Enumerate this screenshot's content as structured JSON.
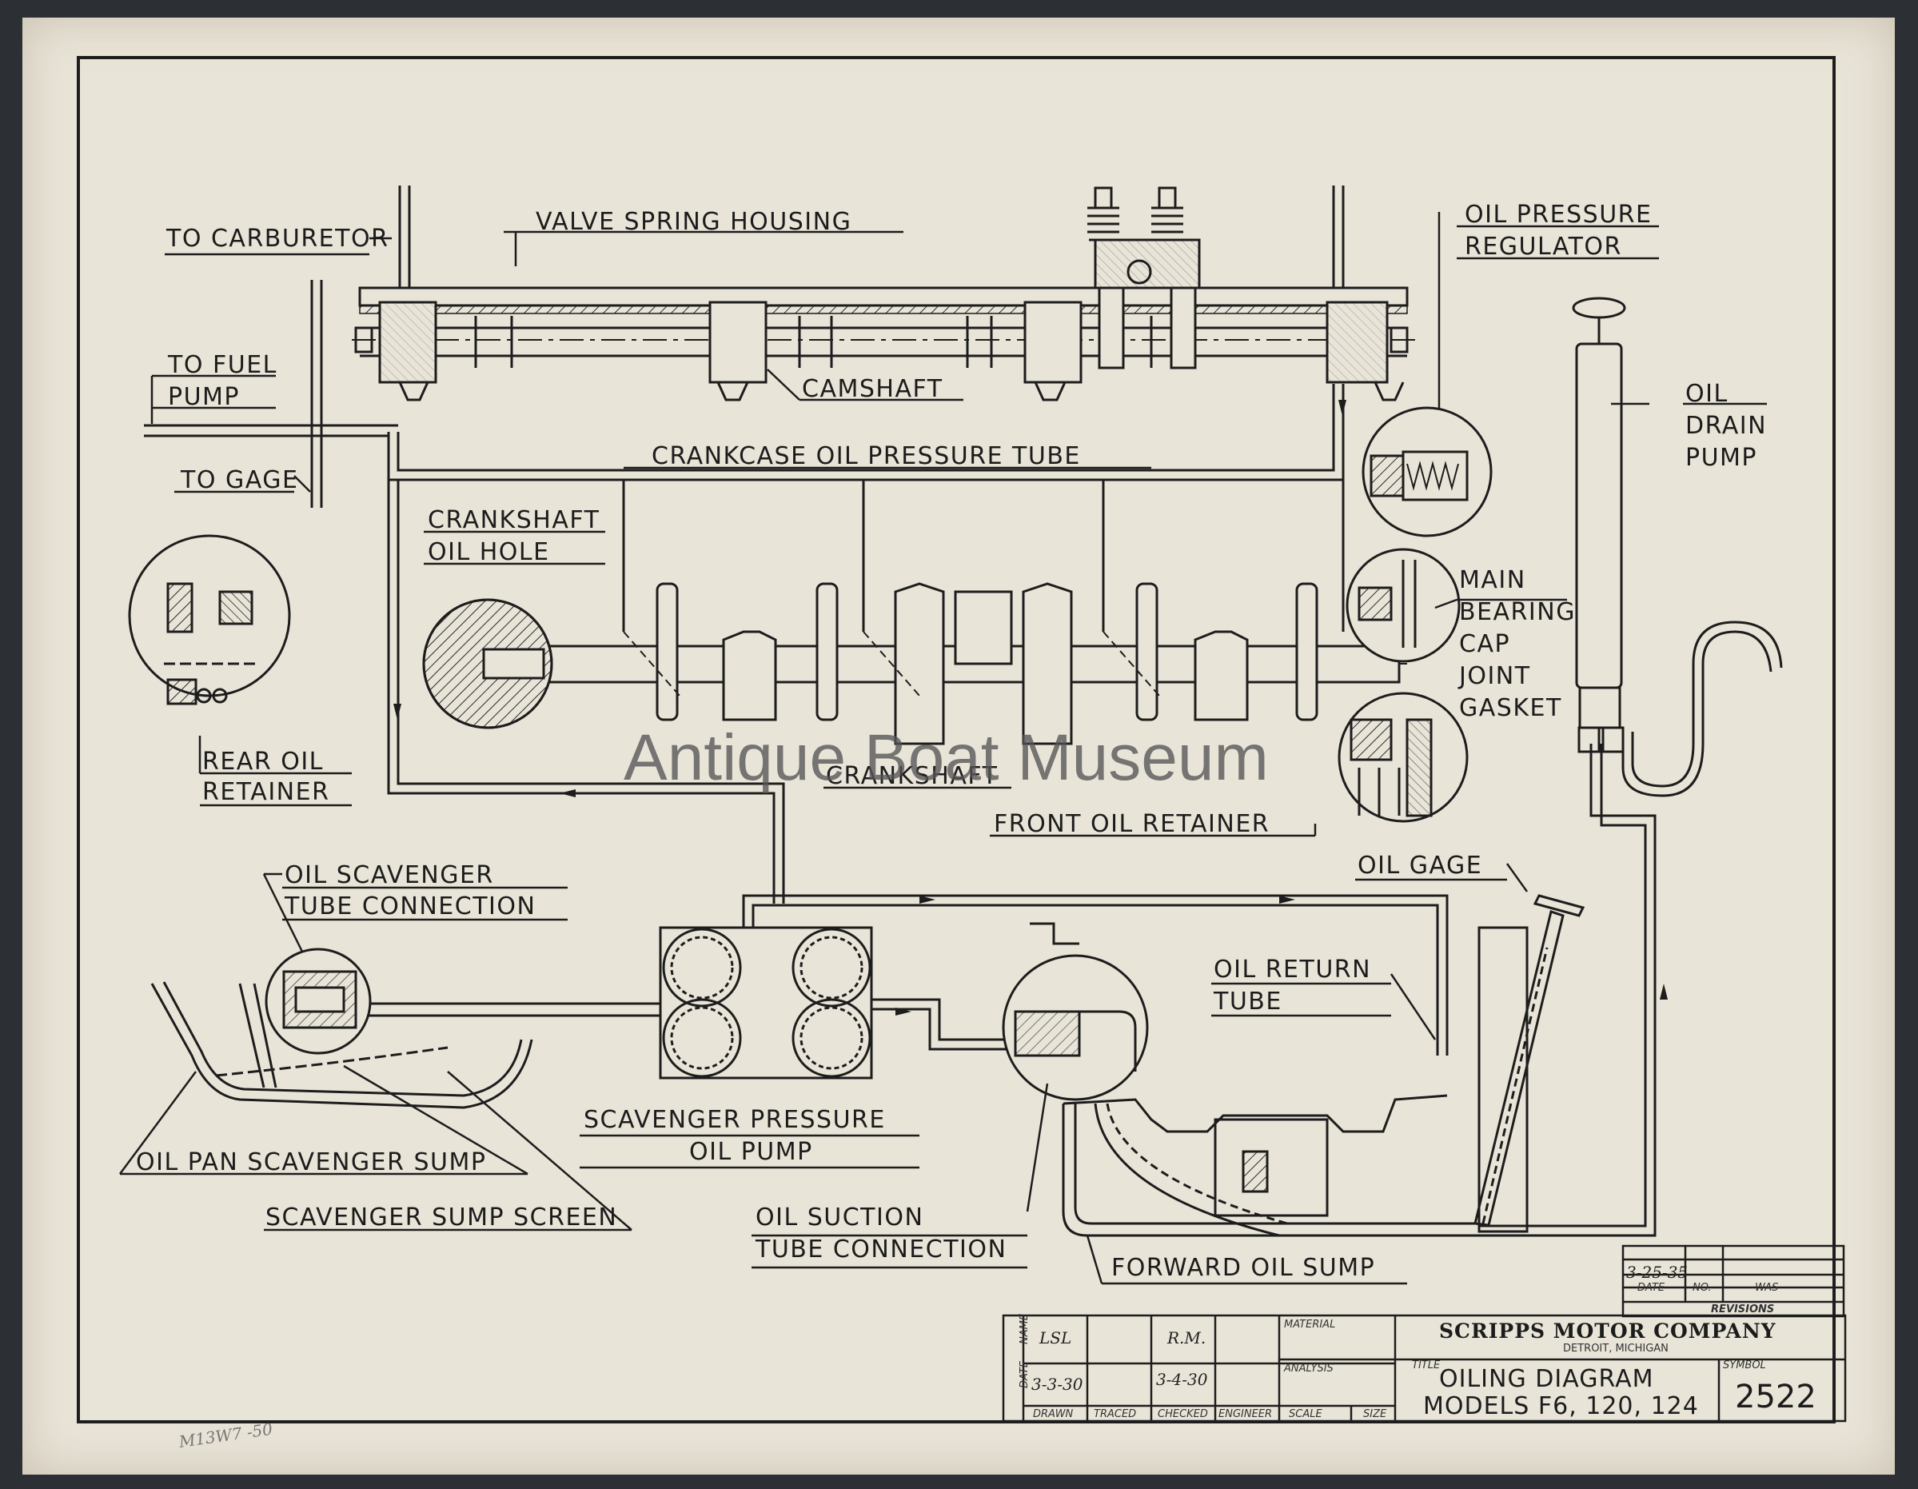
{
  "watermark": "Antique Boat Museum",
  "labels": {
    "to_carburetor": "TO CARBURETOR",
    "valve_spring_housing": "VALVE SPRING HOUSING",
    "oil_pressure_regulator_1": "OIL PRESSURE",
    "oil_pressure_regulator_2": "REGULATOR",
    "to_fuel_pump_1": "TO FUEL",
    "to_fuel_pump_2": "PUMP",
    "camshaft": "CAMSHAFT",
    "oil_drain_pump_1": "OIL",
    "oil_drain_pump_2": "DRAIN",
    "oil_drain_pump_3": "PUMP",
    "to_gage": "TO GAGE",
    "crankcase_oil_pressure_tube": "CRANKCASE OIL PRESSURE TUBE",
    "crankshaft_oil_hole_1": "CRANKSHAFT",
    "crankshaft_oil_hole_2": "OIL HOLE",
    "main_bearing_cap_1": "MAIN",
    "main_bearing_cap_2": "BEARING",
    "main_bearing_cap_3": "CAP",
    "main_bearing_cap_4": "JOINT",
    "main_bearing_cap_5": "GASKET",
    "rear_oil_retainer_1": "REAR OIL",
    "rear_oil_retainer_2": "RETAINER",
    "crankshaft": "CRANKSHAFT",
    "front_oil_retainer": "FRONT OIL RETAINER",
    "oil_scavenger_1": "OIL SCAVENGER",
    "oil_scavenger_2": "TUBE CONNECTION",
    "oil_gage": "OIL GAGE",
    "oil_return_tube_1": "OIL RETURN",
    "oil_return_tube_2": "TUBE",
    "scavenger_pressure_pump_1": "SCAVENGER PRESSURE",
    "scavenger_pressure_pump_2": "OIL PUMP",
    "oil_pan_scavenger_sump": "OIL PAN SCAVENGER SUMP",
    "scavenger_sump_screen": "SCAVENGER SUMP SCREEN",
    "oil_suction_tube_1": "OIL SUCTION",
    "oil_suction_tube_2": "TUBE CONNECTION",
    "forward_oil_sump": "FORWARD OIL SUMP"
  },
  "revisions": {
    "date_entry": "3-25-35",
    "date_header": "DATE",
    "no_header": "NO.",
    "was_header": "WAS",
    "title": "REVISIONS"
  },
  "title_block": {
    "name_label": "NAME",
    "date_label": "DATE",
    "drawn_name": "LSL",
    "checked_name": "R.M.",
    "drawn_date": "3-3-30",
    "checked_date": "3-4-30",
    "drawn_label": "DRAWN",
    "traced_label": "TRACED",
    "checked_label": "CHECKED",
    "engineer_label": "ENGINEER",
    "scale_label": "SCALE",
    "size_label": "SIZE",
    "material_label": "MATERIAL",
    "analysis_label": "ANALYSIS",
    "title_label": "TITLE",
    "symbol_label": "SYMBOL",
    "company": "SCRIPPS MOTOR COMPANY",
    "company_city": "DETROIT, MICHIGAN",
    "drawing_title": "OILING DIAGRAM",
    "drawing_models": "MODELS F6, 120, 124",
    "symbol_number": "2522"
  },
  "margin_note": "M13W7 -50"
}
